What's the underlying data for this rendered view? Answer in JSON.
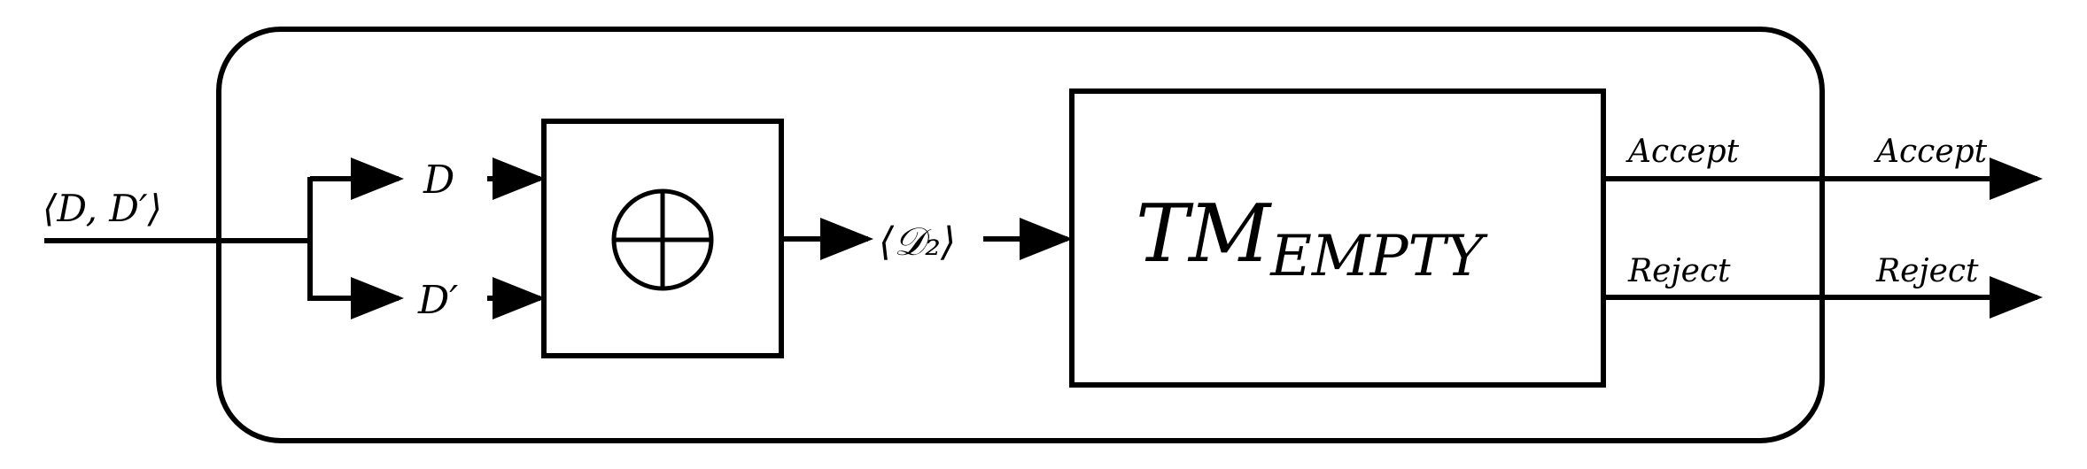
{
  "diagram": {
    "input_label": "⟨D, D′⟩",
    "branch_top_label": "D",
    "branch_bottom_label": "D′",
    "operator_symbol": "⊕",
    "middle_label": "⟨𝒟₂⟩",
    "machine": {
      "main": "TM",
      "subscript": "EMPTY"
    },
    "inner_accept_label": "Accept",
    "inner_reject_label": "Reject",
    "outer_accept_label": "Accept",
    "outer_reject_label": "Reject"
  }
}
